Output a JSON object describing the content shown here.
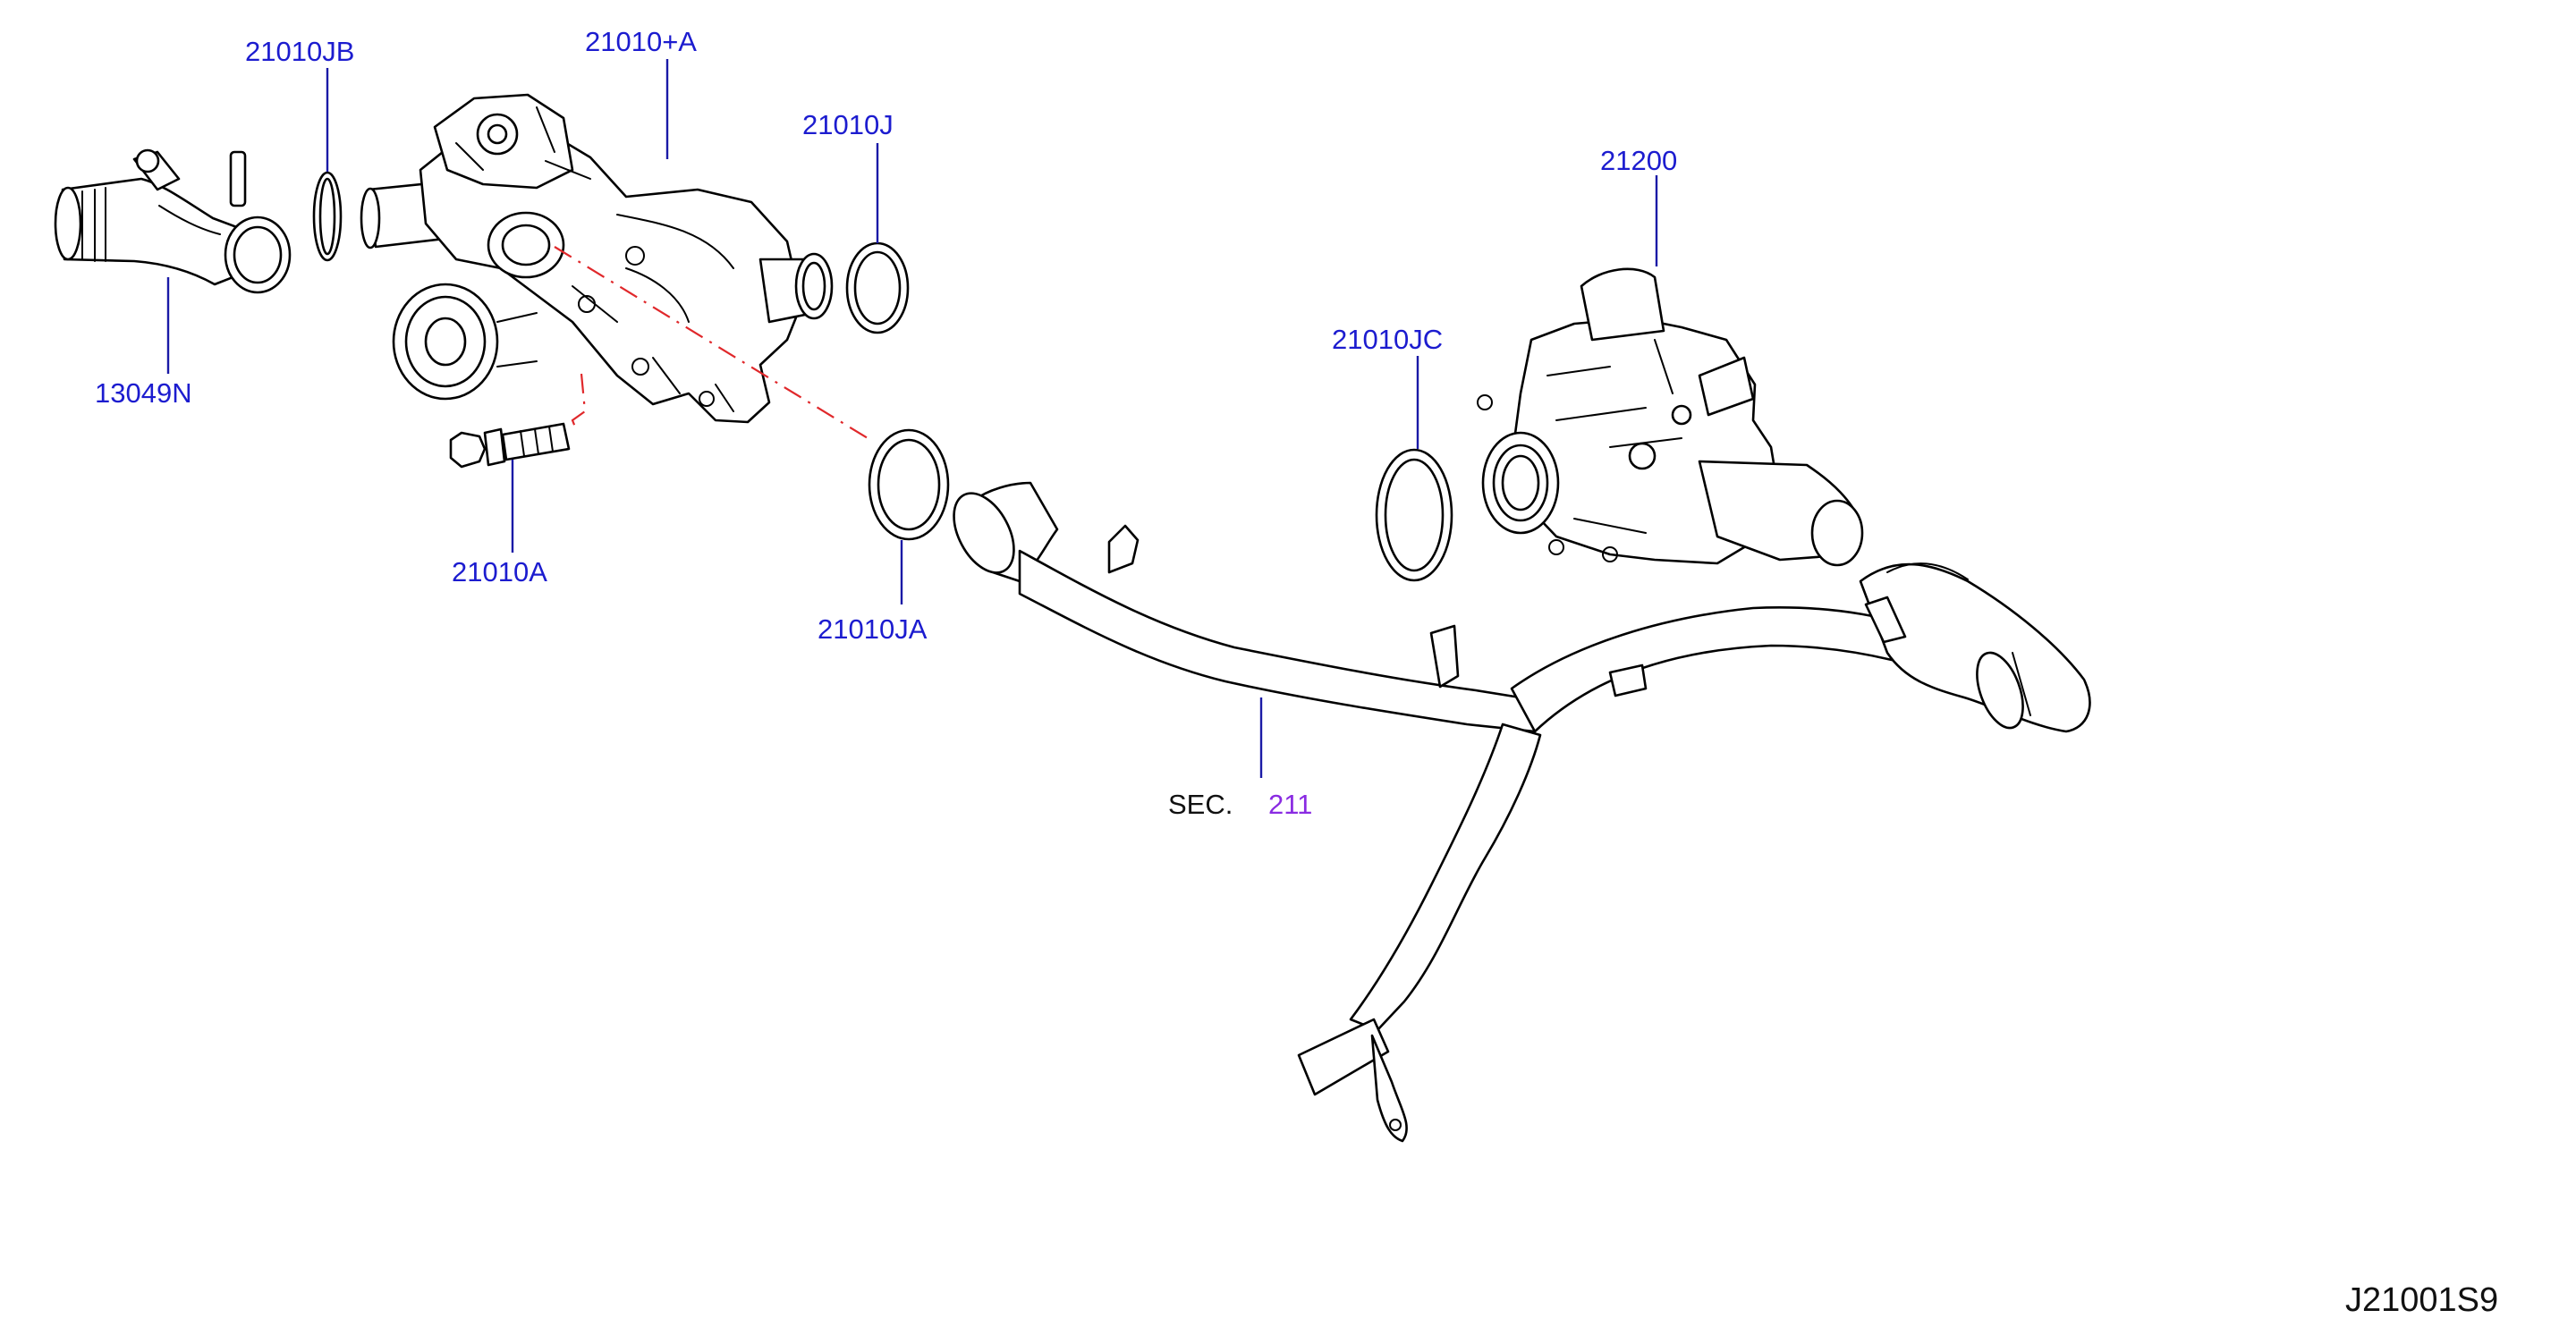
{
  "diagram": {
    "diagram_id": "J21001S9",
    "section_prefix": "SEC.",
    "section_number": "211",
    "callouts": {
      "water_inlet": "13049N",
      "gasket_jb": "21010JB",
      "water_pump": "21010+A",
      "o_ring_j": "21010J",
      "bolt": "21010A",
      "o_ring_ja": "21010JA",
      "o_ring_jc": "21010JC",
      "thermostat_housing": "21200"
    },
    "colors": {
      "callout_text": "#1c1ccf",
      "leader_line": "#1a1aa6",
      "centerline": "#e0282b",
      "section_link": "#8a2be2",
      "linework": "#000000"
    }
  }
}
